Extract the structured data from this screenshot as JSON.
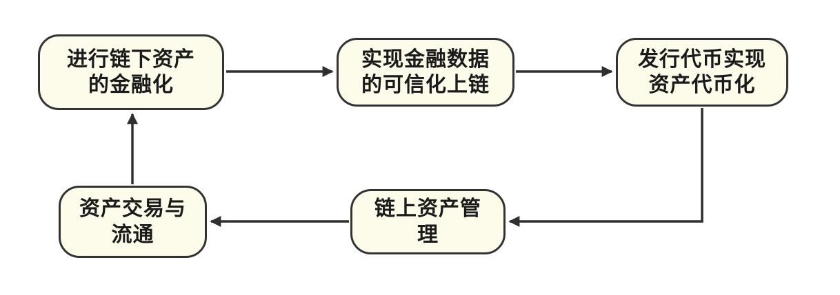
{
  "diagram": {
    "colors": {
      "node_fill": "#fdfceb",
      "node_border": "#333333",
      "arrow": "#2f2f2f"
    },
    "nodes": [
      {
        "id": "offchain-asset-financialization",
        "line1": "进行链下资产",
        "line2": "的金融化"
      },
      {
        "id": "trusted-financial-data-onchain",
        "line1": "实现金融数据",
        "line2": "的可信化上链"
      },
      {
        "id": "token-issuance-tokenization",
        "line1": "发行代币实现",
        "line2": "资产代币化"
      },
      {
        "id": "asset-trading-circulation",
        "line1": "资产交易与",
        "line2": "流通"
      },
      {
        "id": "onchain-asset-management",
        "line1": "链上资产管",
        "line2": "理"
      }
    ],
    "edges": [
      {
        "from": "offchain-asset-financialization",
        "to": "trusted-financial-data-onchain"
      },
      {
        "from": "trusted-financial-data-onchain",
        "to": "token-issuance-tokenization"
      },
      {
        "from": "token-issuance-tokenization",
        "to": "onchain-asset-management"
      },
      {
        "from": "onchain-asset-management",
        "to": "asset-trading-circulation"
      },
      {
        "from": "asset-trading-circulation",
        "to": "offchain-asset-financialization"
      }
    ]
  }
}
